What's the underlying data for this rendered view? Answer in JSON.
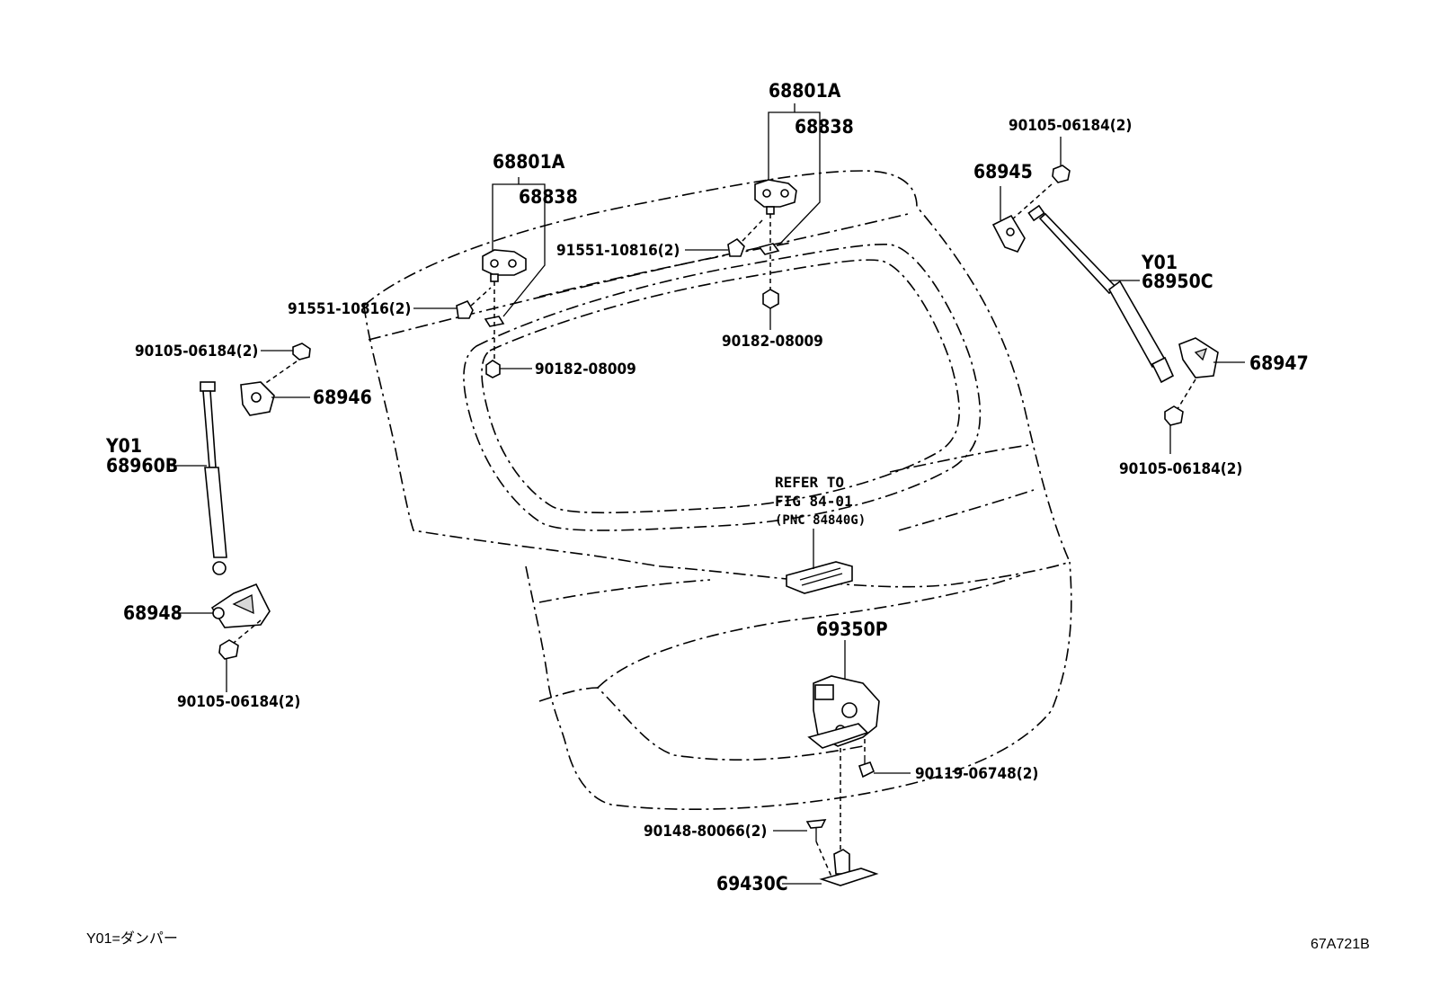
{
  "callouts": {
    "hinge_assy_left": "68801A",
    "hinge_left": "68838",
    "hinge_assy_right": "68801A",
    "hinge_right": "68838",
    "bolt_hinge_left": "91551-10816(2)",
    "bolt_hinge_right": "91551-10816(2)",
    "nut_hinge_left": "90182-08009",
    "nut_hinge_right": "90182-08009",
    "screw_upper_left": "90105-06184(2)",
    "screw_upper_right": "90105-06184(2)",
    "screw_lower_left": "90105-06184(2)",
    "screw_lower_right": "90105-06184(2)",
    "bracket_upper_left": "68946",
    "bracket_upper_right": "68945",
    "bracket_lower_left": "68948",
    "bracket_lower_right": "68947",
    "damper_left_code": "Y01",
    "damper_left_part": "68960B",
    "damper_right_code": "Y01",
    "damper_right_part": "68950C",
    "refer_line1": "REFER TO",
    "refer_line2": "FIG 84-01",
    "refer_line3": "(PNC 84840G)",
    "lock_assy": "69350P",
    "bolt_lock": "90119-06748(2)",
    "screw_striker": "90148-80066(2)",
    "striker": "69430C"
  },
  "footer": {
    "legend": "Y01=ダンパー",
    "figure_code": "67A721B"
  }
}
